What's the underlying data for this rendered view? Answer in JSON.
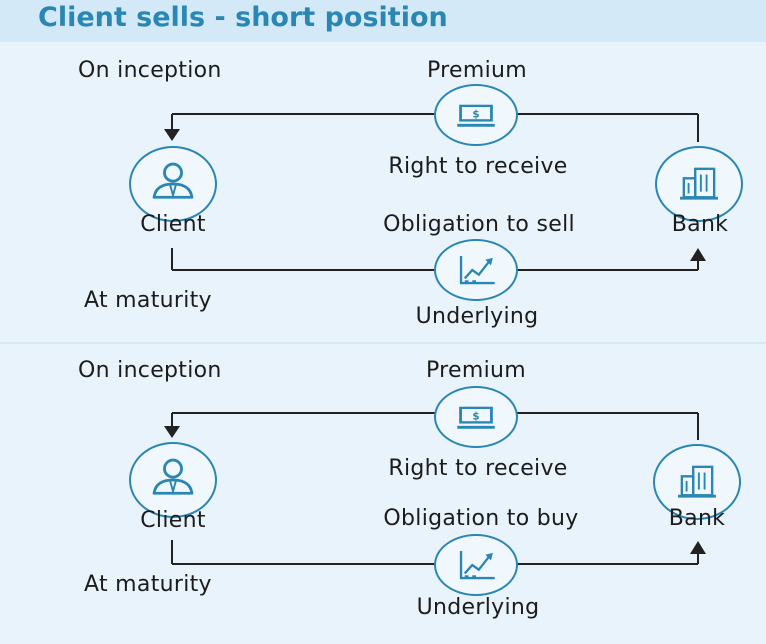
{
  "title": "Client sells - short position",
  "panels": [
    {
      "on_inception": "On inception",
      "premium": "Premium",
      "client": "Client",
      "right": "Right to receive",
      "obligation": "Obligation to sell",
      "bank": "Bank",
      "at_maturity": "At maturity",
      "underlying": "Underlying",
      "money_symbol": "$"
    },
    {
      "on_inception": "On inception",
      "premium": "Premium",
      "client": "Client",
      "right": "Right to receive",
      "obligation": "Obligation to buy",
      "bank": "Bank",
      "at_maturity": "At maturity",
      "underlying": "Underlying",
      "money_symbol": "$"
    }
  ],
  "colors": {
    "accent": "#2a86b3",
    "background": "#e8f3fb",
    "text": "#1c1c1c"
  }
}
